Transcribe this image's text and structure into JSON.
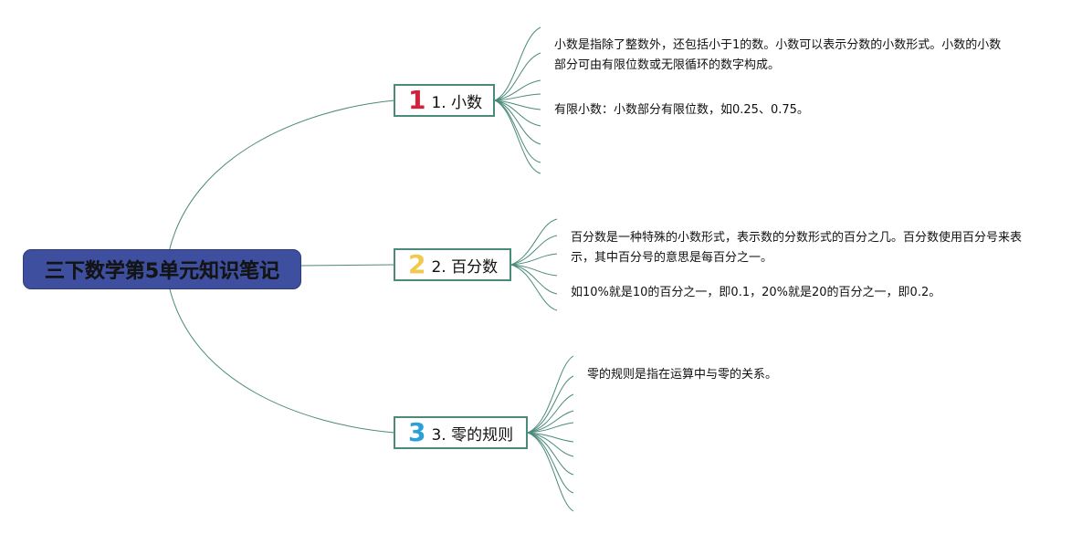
{
  "root": {
    "title": "三下数学第5单元知识笔记"
  },
  "branches": [
    {
      "number": "1",
      "number_color": "#d4203a",
      "label": "1. 小数",
      "notes": [
        "小数是指除了整数外，还包括小于1的数。小数可以表示分数的小数形式。小数的小数部分可由有限位数或无限循环的数字构成。",
        "有限小数：小数部分有限位数，如0.25、0.75。"
      ]
    },
    {
      "number": "2",
      "number_color": "#f2c94c",
      "label": "2. 百分数",
      "notes": [
        "百分数是一种特殊的小数形式，表示数的分数形式的百分之几。百分数使用百分号来表示，其中百分号的意思是每百分之一。",
        "如10%就是10的百分之一，即0.1，20%就是20的百分之一，即0.2。"
      ]
    },
    {
      "number": "3",
      "number_color": "#2a9fd8",
      "label": "3. 零的规则",
      "notes": [
        "零的规则是指在运算中与零的关系。"
      ]
    }
  ],
  "colors": {
    "root_fill": "#3d4f9e",
    "line": "#4a8a7a"
  }
}
